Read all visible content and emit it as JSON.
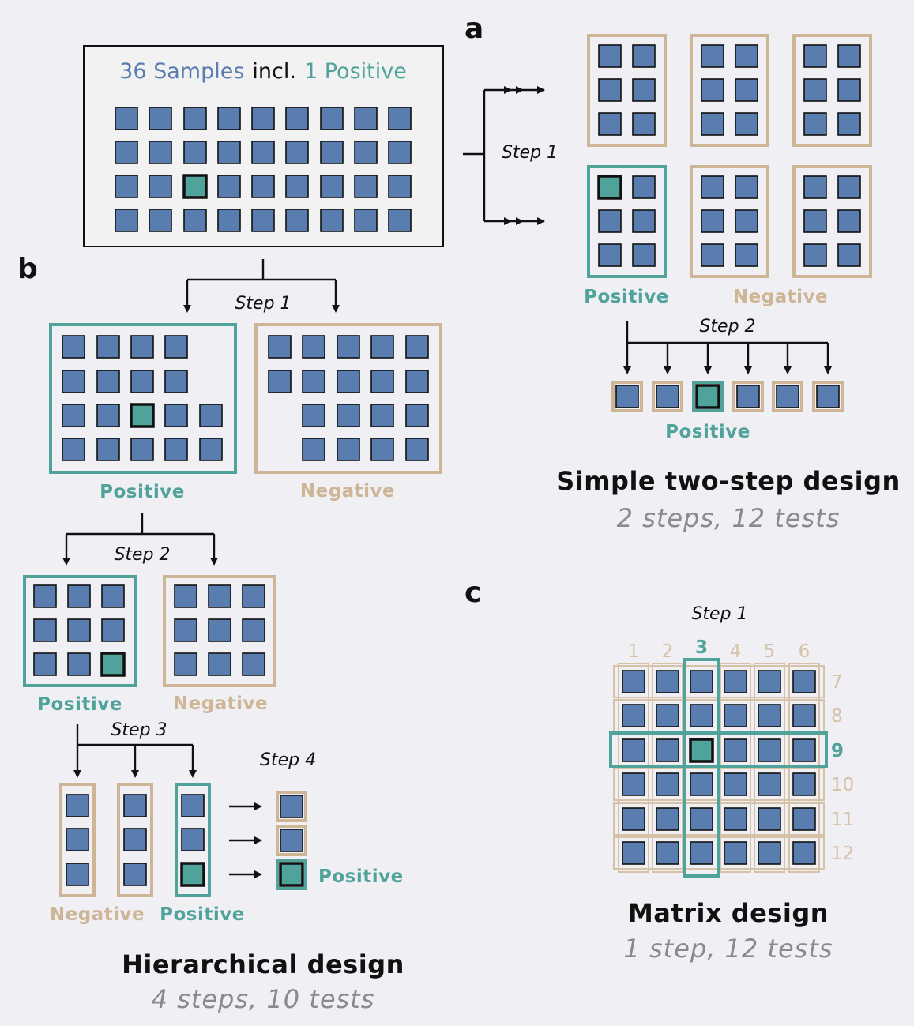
{
  "header": {
    "samples_text": "36 Samples",
    "incl_text": "incl.",
    "positive_text": "1 Positive"
  },
  "panel_letters": {
    "a": "a",
    "b": "b",
    "c": "c"
  },
  "labels": {
    "positive": "Positive",
    "negative": "Negative"
  },
  "steps": {
    "step1": "Step 1",
    "step2": "Step 2",
    "step3": "Step 3",
    "step4": "Step 4"
  },
  "designs": {
    "simple": {
      "title": "Simple two-step design",
      "subtitle": "2 steps, 12 tests"
    },
    "hierarchical": {
      "title": "Hierarchical design",
      "subtitle": "4 steps, 10 tests"
    },
    "matrix": {
      "title": "Matrix design",
      "subtitle": "1 step, 12 tests"
    }
  },
  "matrix": {
    "column_labels": [
      "1",
      "2",
      "3",
      "4",
      "5",
      "6"
    ],
    "row_labels": [
      "7",
      "8",
      "9",
      "10",
      "11",
      "12"
    ],
    "positive_column": "3",
    "positive_row": "9"
  },
  "colors": {
    "sample": "#5a7db0",
    "positive": "#4fa39a",
    "negative": "#cdb596",
    "background": "#f0eff4"
  }
}
